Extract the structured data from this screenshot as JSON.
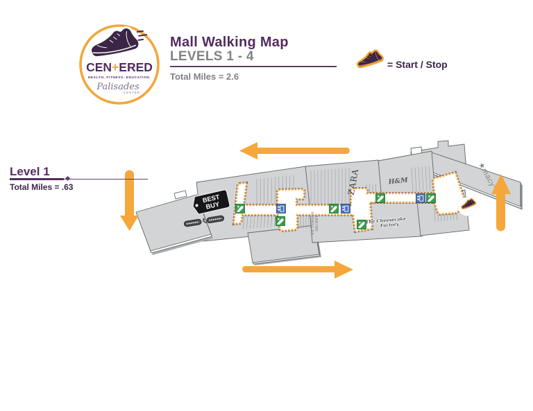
{
  "header": {
    "title": "Mall Walking Map",
    "subtitle": "LEVELS 1 - 4",
    "total_miles": "Total Miles = 2.6"
  },
  "legend": {
    "start_stop": "= Start / Stop"
  },
  "logo": {
    "line1_pre": "CEN",
    "line1_plus": "+",
    "line1_post": "ERED",
    "tagline": "HEALTH. FITNESS. EDUCATION.",
    "script": "Palisades",
    "script_sub": "CENTER"
  },
  "level": {
    "title": "Level 1",
    "total_miles": "Total Miles = .63"
  },
  "map": {
    "stores": {
      "best_buy_line1": "BEST",
      "best_buy_line2": "BUY",
      "zara": "ZARA",
      "hm": "H&M",
      "macys": "★macy*s",
      "victorias_line1": "VICTORIA'S",
      "victorias_line2": "SECRET",
      "cheesecake_line1": "The Cheesecake",
      "cheesecake_line2": "Factory"
    }
  },
  "colors": {
    "accent_orange": "#F2A43C",
    "brand_purple": "#532C5E",
    "text_gray": "#808285",
    "building_fill": "#D2D3D5",
    "path_dash": "#EF9F2F",
    "escalator_green": "#36A048",
    "elevator_blue": "#4A72B8"
  }
}
